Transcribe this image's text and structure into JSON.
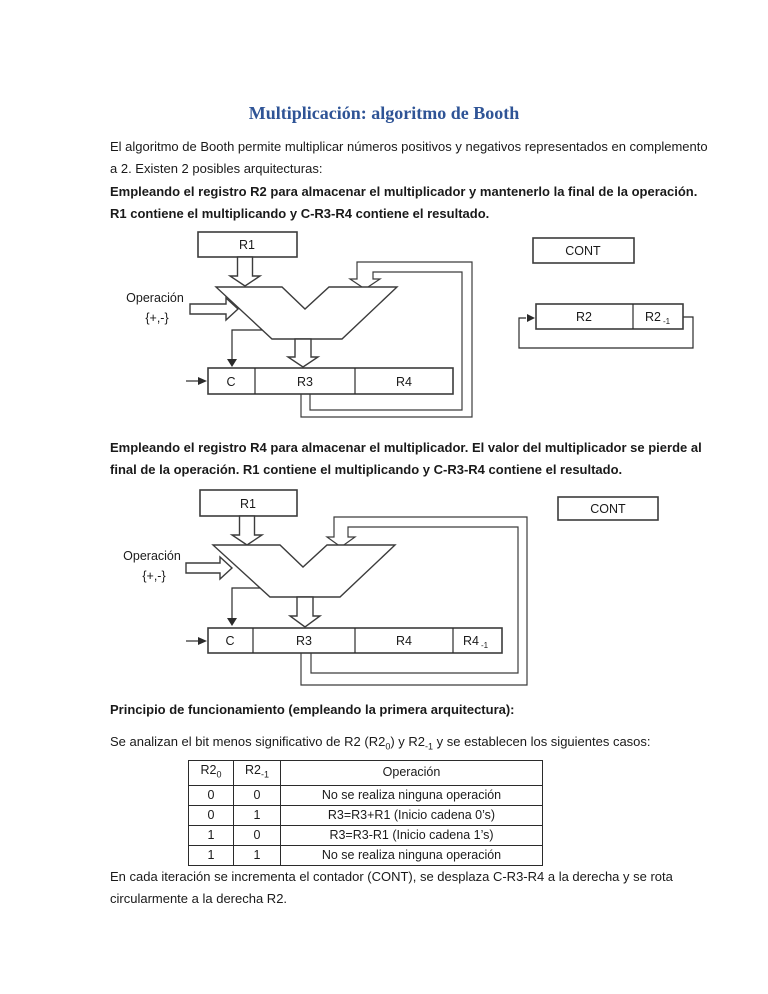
{
  "title": {
    "text": "Multiplicación: algoritmo de Booth",
    "color": "#2F5496"
  },
  "paragraphs": {
    "intro": "El algoritmo de Booth permite multiplicar números positivos y negativos representados en complemento a 2. Existen 2 posibles arquitecturas:",
    "arch1": "Empleando el registro R2 para almacenar el multiplicador y mantenerlo la final de la operación. R1 contiene el multiplicando y C-R3-R4 contiene el resultado.",
    "arch2": "Empleando el registro R4 para almacenar el multiplicador. El valor del multiplicador se pierde al final de la operación. R1 contiene el multiplicando y C-R3-R4 contiene el resultado.",
    "principle": "Principio de funcionamiento (empleando la primera arquitectura):",
    "analysis": {
      "p1": "Se analizan el bit menos significativo de R2 (R2",
      "s1": "0",
      "p2": ") y R2",
      "s2": "-1",
      "p3": " y se establecen los siguientes casos:"
    },
    "iteration": "En cada iteración se incrementa el contador (CONT), se desplaza C-R3-R4 a la derecha y se rota circularmente a la derecha R2."
  },
  "diagram1": {
    "r1_label": "R1",
    "operation_label": "Operación",
    "operation_set": "{+,-}",
    "carry_label": "C",
    "r3_label": "R3",
    "r4_label": "R4",
    "cont_label": "CONT",
    "r2_label": "R2",
    "r2m1_base": "R2",
    "r2m1_sub": "-1"
  },
  "diagram2": {
    "r1_label": "R1",
    "operation_label": "Operación",
    "operation_set": "{+,-}",
    "carry_label": "C",
    "r3_label": "R3",
    "r4_label": "R4",
    "r4m1_base": "R4",
    "r4m1_sub": "-1",
    "cont_label": "CONT"
  },
  "table": {
    "headers": {
      "col1_base": "R2",
      "col1_sub": "0",
      "col2_base": "R2",
      "col2_sub": "-1",
      "col3": "Operación"
    },
    "rows": [
      [
        "0",
        "0",
        "No se realiza ninguna operación"
      ],
      [
        "0",
        "1",
        "R3=R3+R1 (Inicio cadena 0’s)"
      ],
      [
        "1",
        "0",
        "R3=R3-R1 (Inicio cadena 1’s)"
      ],
      [
        "1",
        "1",
        "No se realiza ninguna operación"
      ]
    ]
  }
}
